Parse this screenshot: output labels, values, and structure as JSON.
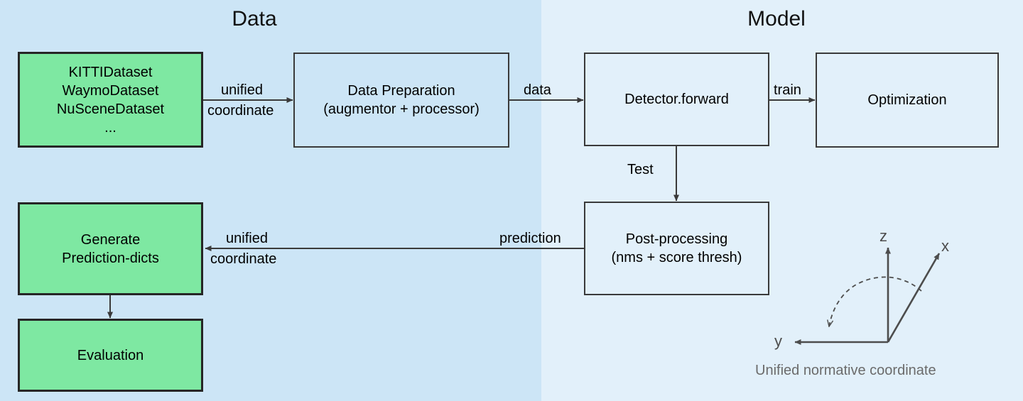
{
  "panels": {
    "data": {
      "title": "Data",
      "bg": "#cce5f6"
    },
    "model": {
      "title": "Model",
      "bg": "#e2f0fa"
    }
  },
  "colors": {
    "green_node": "#7ee8a2",
    "node_border": "#262626",
    "plain_border": "#3a3a3a",
    "arrow": "#3a3a3a",
    "coord_axis": "#4d4d4d",
    "coord_caption": "#6b6b6b"
  },
  "nodes": {
    "datasets": {
      "line1": "KITTIDataset",
      "line2": "WaymoDataset",
      "line3": "NuSceneDataset",
      "line4": "..."
    },
    "data_prep": {
      "line1": "Data Preparation",
      "line2": "(augmentor + processor)"
    },
    "detector": {
      "line1": "Detector.forward"
    },
    "optimization": {
      "line1": "Optimization"
    },
    "postprocess": {
      "line1": "Post-processing",
      "line2": "(nms + score thresh)"
    },
    "generate": {
      "line1": "Generate",
      "line2": "Prediction-dicts"
    },
    "evaluation": {
      "line1": "Evaluation"
    }
  },
  "edges": {
    "datasets_to_prep": {
      "label_top": "unified",
      "label_bottom": "coordinate"
    },
    "prep_to_detector": {
      "label": "data"
    },
    "detector_to_optim": {
      "label": "train"
    },
    "detector_to_post": {
      "label": "Test"
    },
    "post_to_generate": {
      "label": "prediction",
      "label_top": "unified",
      "label_bottom": "coordinate"
    },
    "generate_to_evaluation": {
      "label": ""
    }
  },
  "coordinate": {
    "axis_x": "x",
    "axis_y": "y",
    "axis_z": "z",
    "caption": "Unified normative coordinate"
  }
}
